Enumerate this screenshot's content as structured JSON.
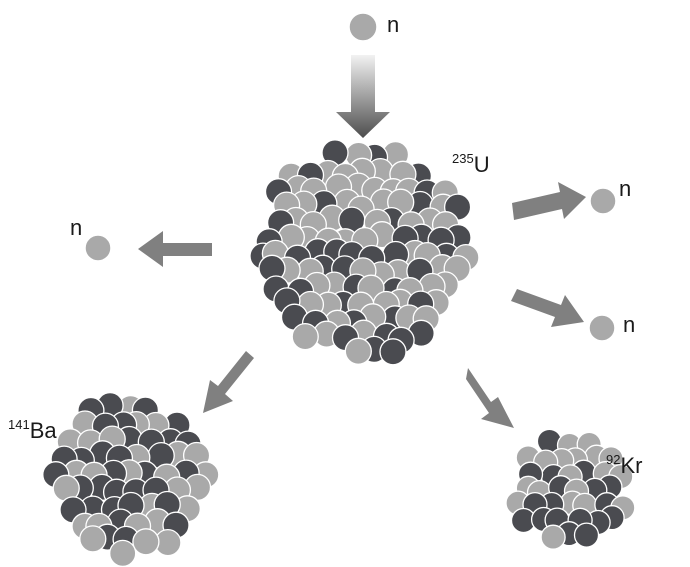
{
  "labels": {
    "neutron_symbol": "n",
    "uranium": {
      "mass": "235",
      "symbol": "U"
    },
    "barium": {
      "mass": "141",
      "symbol": "Ba"
    },
    "krypton": {
      "mass": "92",
      "symbol": "Kr"
    }
  },
  "colors": {
    "light_nucleon": "#a9a9a9",
    "dark_nucleon": "#4a4b50",
    "nucleon_outline": "#ffffff",
    "arrow": "#808080",
    "incoming_arrow_top": "#f2f2f2",
    "incoming_arrow_bottom": "#4d4d4d"
  }
}
